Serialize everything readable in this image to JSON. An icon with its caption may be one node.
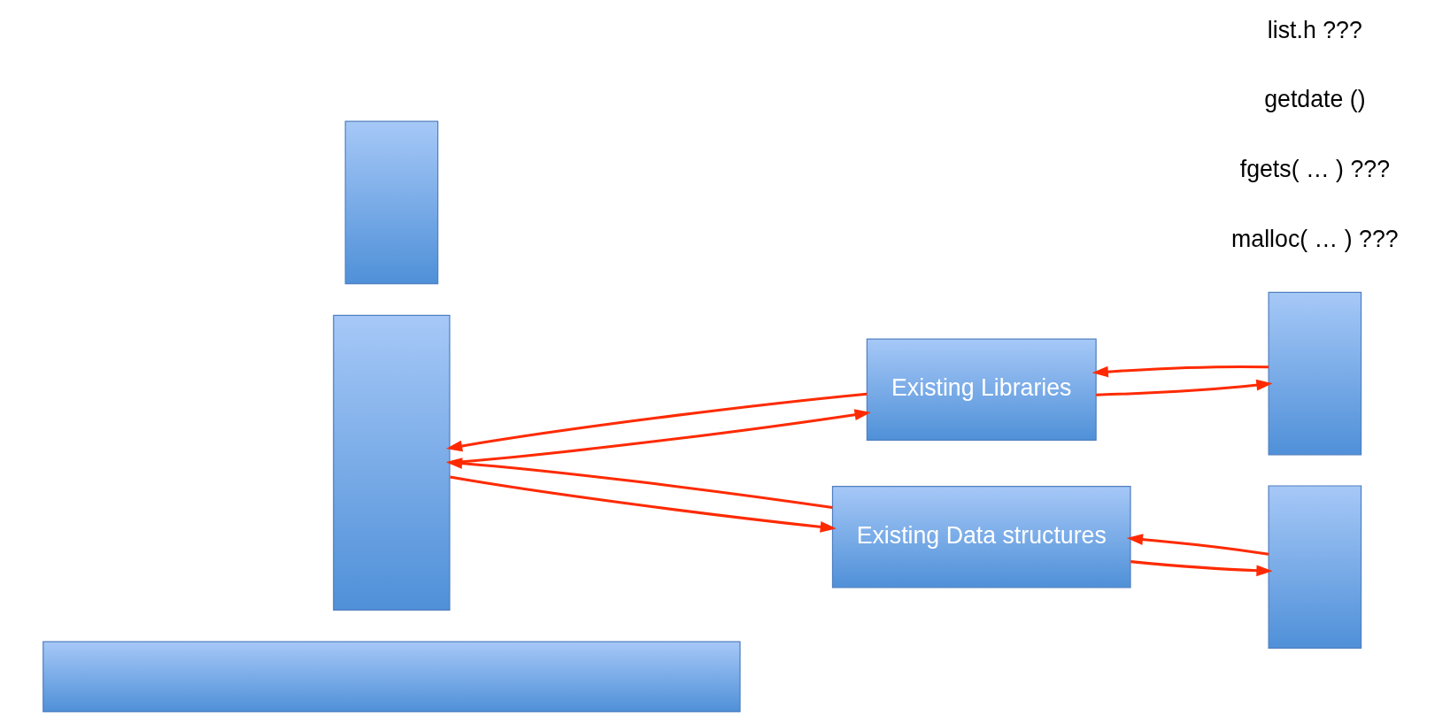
{
  "diagram": {
    "nodes": [
      {
        "text": [],
        "shape": "box"
      },
      {
        "text": [],
        "shape": "box"
      },
      {
        "text": [
          "Existing Libraries"
        ]
      },
      {
        "text": [
          "Existing Data structures"
        ]
      },
      {
        "text": [],
        "shape": "box"
      },
      {
        "text": [],
        "shape": "box"
      },
      {
        "text": [],
        "shape": "box"
      }
    ],
    "edges": [
      {
        "from": 1,
        "to": 2,
        "arrow": "to"
      },
      {
        "from": 2,
        "to": 1,
        "arrow": "to"
      },
      {
        "from": 1,
        "to": 3,
        "arrow": "to"
      },
      {
        "from": 3,
        "to": 1,
        "arrow": "to"
      },
      {
        "from": 4,
        "to": 2,
        "arrow": "to"
      },
      {
        "from": 2,
        "to": 4,
        "arrow": "to"
      },
      {
        "from": 5,
        "to": 3,
        "arrow": "to"
      },
      {
        "from": 3,
        "to": 5,
        "arrow": "to"
      }
    ],
    "labels": [
      "malloc( … ) ???",
      "fgets( … ) ???",
      "getdate ()",
      "list.h ???"
    ]
  }
}
